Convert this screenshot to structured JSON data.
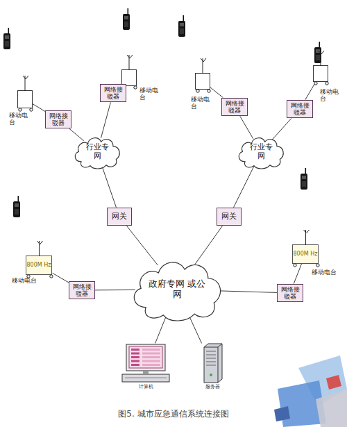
{
  "diagram": {
    "caption": "图5. 城市应急通信系统连接图",
    "nodes": [
      {
        "text": [
          "移动电台"
        ]
      },
      {
        "text": [
          "网络接驳器"
        ]
      },
      {
        "text": [
          "移动电台"
        ]
      },
      {
        "text": [
          "网络接驳器"
        ]
      },
      {
        "text": [
          "行业专网"
        ]
      },
      {
        "text": [
          "移动电台"
        ]
      },
      {
        "text": [
          "网络接驳器"
        ]
      },
      {
        "text": [
          "移动电台"
        ]
      },
      {
        "text": [
          "网络接驳器"
        ]
      },
      {
        "text": [
          "行业专网"
        ]
      },
      {
        "text": [
          "网关"
        ]
      },
      {
        "text": [
          "网关"
        ]
      },
      {
        "text": [
          "800M Hz",
          "移动电台"
        ]
      },
      {
        "text": [
          "网络接驳器"
        ]
      },
      {
        "text": [
          "政府专网 或公网"
        ]
      },
      {
        "text": [
          "800M Hz",
          "移动电台"
        ]
      },
      {
        "text": [
          "网络接驳器"
        ]
      },
      {
        "text": [
          "计算机"
        ]
      },
      {
        "text": [
          "服务器"
        ]
      }
    ],
    "edges": [
      {
        "from": 0,
        "to": 1,
        "arrow": "none"
      },
      {
        "from": 2,
        "to": 3,
        "arrow": "none"
      },
      {
        "from": 1,
        "to": 4,
        "arrow": "none"
      },
      {
        "from": 3,
        "to": 4,
        "arrow": "none"
      },
      {
        "from": 5,
        "to": 6,
        "arrow": "none"
      },
      {
        "from": 7,
        "to": 8,
        "arrow": "none"
      },
      {
        "from": 6,
        "to": 9,
        "arrow": "none"
      },
      {
        "from": 8,
        "to": 9,
        "arrow": "none"
      },
      {
        "from": 4,
        "to": 10,
        "arrow": "none"
      },
      {
        "from": 9,
        "to": 11,
        "arrow": "none"
      },
      {
        "from": 10,
        "to": 14,
        "arrow": "none"
      },
      {
        "from": 11,
        "to": 14,
        "arrow": "none"
      },
      {
        "from": 12,
        "to": 13,
        "arrow": "none"
      },
      {
        "from": 13,
        "to": 14,
        "arrow": "none"
      },
      {
        "from": 15,
        "to": 16,
        "arrow": "none"
      },
      {
        "from": 16,
        "to": 14,
        "arrow": "none"
      },
      {
        "from": 14,
        "to": 17,
        "arrow": "none"
      },
      {
        "from": 14,
        "to": 18,
        "arrow": "none"
      }
    ]
  }
}
